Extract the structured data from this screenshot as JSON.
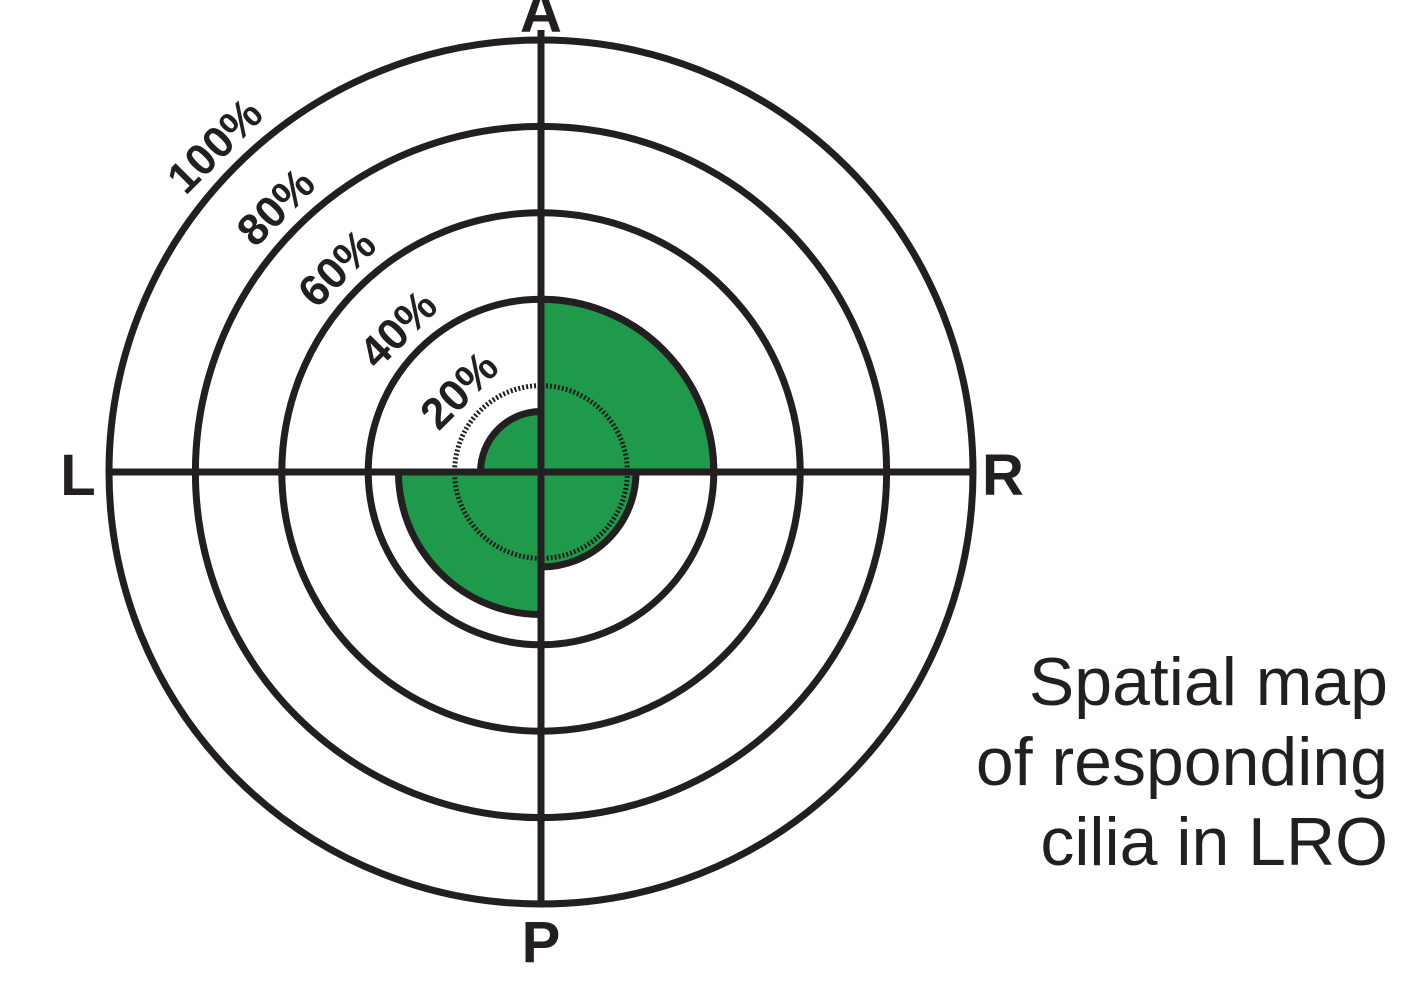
{
  "colors": {
    "line": "#231f20",
    "fill": "#1f9a4b",
    "background": "#ffffff"
  },
  "axes": {
    "top": "A",
    "bottom": "P",
    "left": "L",
    "right": "R"
  },
  "rings": [
    {
      "label": "20%",
      "value": 20
    },
    {
      "label": "40%",
      "value": 40
    },
    {
      "label": "60%",
      "value": 60
    },
    {
      "label": "80%",
      "value": 80
    },
    {
      "label": "100%",
      "value": 100
    }
  ],
  "responding_sectors": [
    {
      "quadrant": "anterior-right",
      "extent_percent": 40
    },
    {
      "quadrant": "anterior-left",
      "extent_percent": 14
    },
    {
      "quadrant": "posterior-right",
      "extent_percent": 22
    },
    {
      "quadrant": "posterior-left",
      "extent_percent": 33
    }
  ],
  "caption": {
    "line1": "Spatial map",
    "line2": "of responding",
    "line3": "cilia in LRO"
  }
}
